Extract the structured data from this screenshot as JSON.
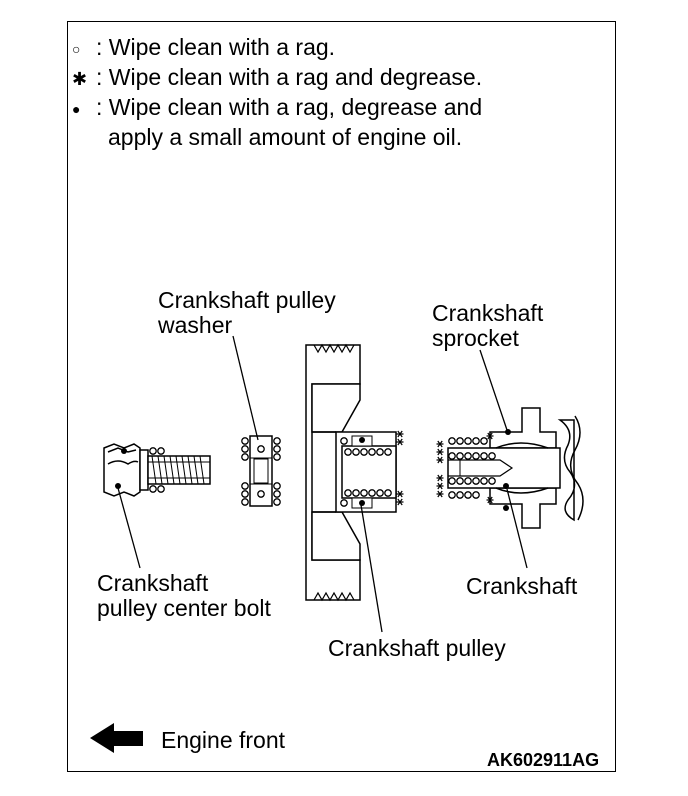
{
  "legend": [
    {
      "symbol": "○",
      "text": ": Wipe clean with a rag.",
      "icon": "small-circle-icon"
    },
    {
      "symbol": "✱",
      "text": ": Wipe clean with a rag and degrease.",
      "icon": "asterisk-icon"
    },
    {
      "symbol": "●",
      "text": ": Wipe clean with a rag, degrease and",
      "icon": "filled-dot-icon"
    }
  ],
  "legend_continuation": "apply a small amount of engine oil.",
  "labels": {
    "washer_line1": "Crankshaft pulley",
    "washer_line2": "washer",
    "sprocket_line1": "Crankshaft",
    "sprocket_line2": "sprocket",
    "bolt_line1": "Crankshaft",
    "bolt_line2": "pulley center bolt",
    "crankshaft": "Crankshaft",
    "pulley": "Crankshaft pulley"
  },
  "footer": {
    "engine_front": "Engine front",
    "code": "AK602911AG"
  }
}
